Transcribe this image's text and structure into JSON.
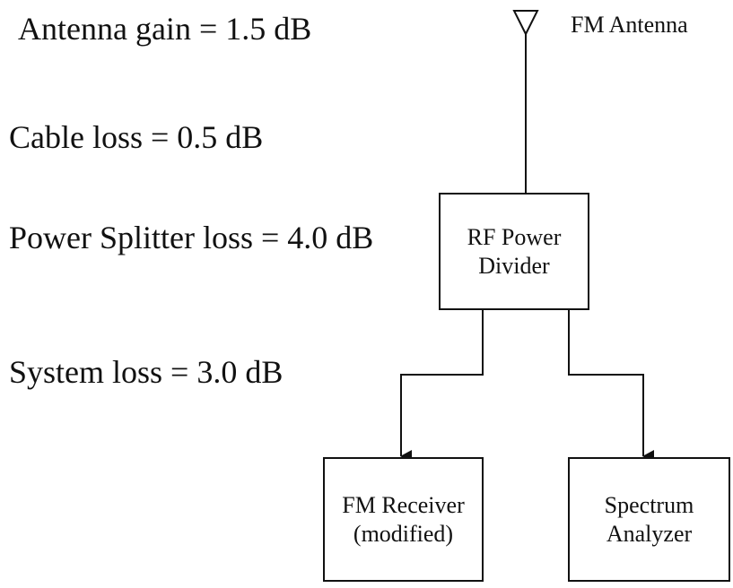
{
  "parameters": {
    "antenna_gain": "Antenna gain = 1.5 dB",
    "cable_loss": "Cable loss = 0.5 dB",
    "splitter_loss": "Power Splitter loss = 4.0 dB",
    "system_loss": "System loss = 3.0 dB"
  },
  "antenna": {
    "label": "FM Antenna"
  },
  "divider": {
    "line1": "RF Power",
    "line2": "Divider"
  },
  "receiver": {
    "line1": "FM Receiver",
    "line2": "(modified)"
  },
  "analyzer": {
    "line1": "Spectrum",
    "line2": "Analyzer"
  }
}
